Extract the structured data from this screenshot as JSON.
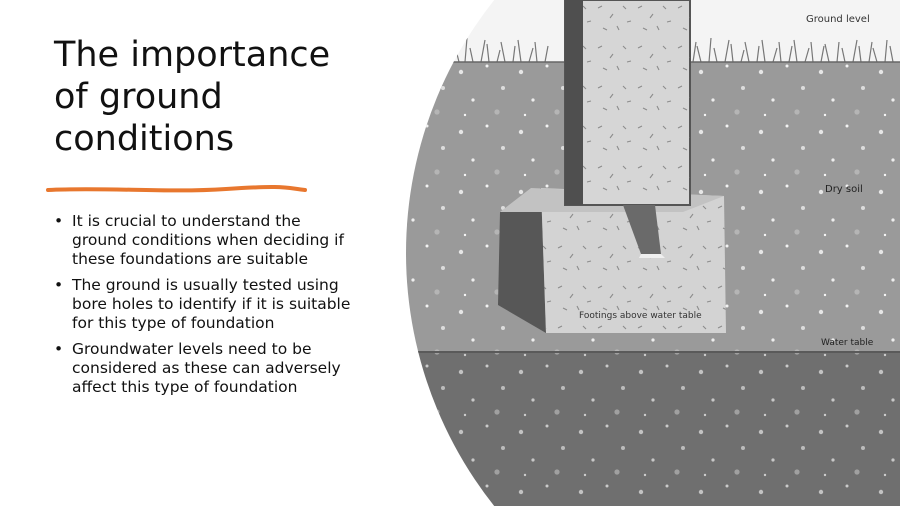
{
  "slide": {
    "title": "The importance of ground conditions",
    "accent_color": "#E8772E",
    "bullets": [
      "It is crucial to understand the ground conditions when deciding if these foundations are suitable",
      "The ground is usually tested using bore holes to identify if it is suitable for this type of foundation",
      "Groundwater levels need to be considered as these can adversely affect this type of foundation"
    ],
    "bullet_glyph": "•"
  },
  "diagram": {
    "labels": {
      "ground_level": "Ground level",
      "dry_soil": "Dry soil",
      "footings": "Footings above water table",
      "water_table": "Water table"
    },
    "colors": {
      "dry_soil": "#9a9a9a",
      "wet_soil": "#6f6f6f",
      "concrete": "#d3d3d3",
      "grass": "#777777"
    }
  }
}
